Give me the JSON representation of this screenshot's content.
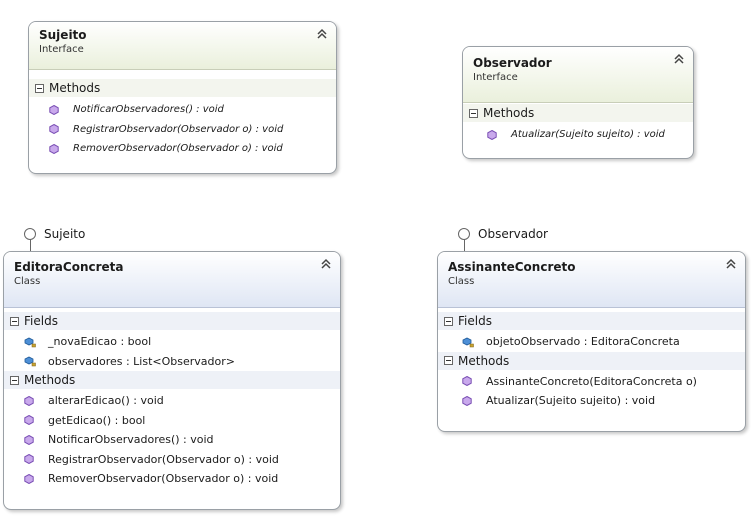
{
  "sujeito_iface": {
    "title": "Sujeito",
    "kind": "Interface",
    "methods_label": "Methods",
    "methods": [
      "NotificarObservadores() : void",
      "RegistrarObservador(Observador o) : void",
      "RemoverObservador(Observador o) : void"
    ]
  },
  "observador_iface": {
    "title": "Observador",
    "kind": "Interface",
    "methods_label": "Methods",
    "methods": [
      "Atualizar(Sujeito sujeito) : void"
    ]
  },
  "editora": {
    "lollipop": "Sujeito",
    "title": "EditoraConcreta",
    "kind": "Class",
    "fields_label": "Fields",
    "fields": [
      "_novaEdicao : bool",
      "observadores : List<Observador>"
    ],
    "methods_label": "Methods",
    "methods": [
      "alterarEdicao() : void",
      "getEdicao() : bool",
      "NotificarObservadores() : void",
      "RegistrarObservador(Observador o) : void",
      "RemoverObservador(Observador o) : void"
    ]
  },
  "assinante": {
    "lollipop": "Observador",
    "title": "AssinanteConcreto",
    "kind": "Class",
    "fields_label": "Fields",
    "fields": [
      "objetoObservado : EditoraConcreta"
    ],
    "methods_label": "Methods",
    "methods": [
      "AssinanteConcreto(EditoraConcreta o)",
      "Atualizar(Sujeito sujeito) : void"
    ]
  },
  "colors": {
    "method_icon": "#7a4fb4",
    "field_icon": "#2a6db0"
  }
}
